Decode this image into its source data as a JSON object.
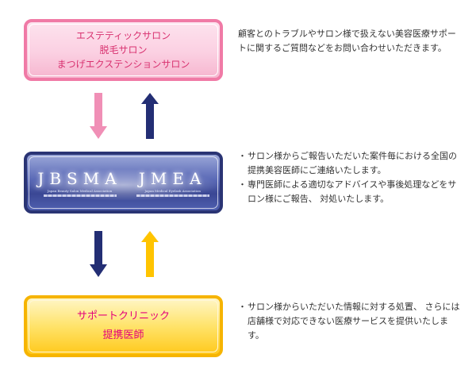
{
  "salon_box": {
    "line1": "エステティックサロン",
    "line2": "脱毛サロン",
    "line3": "まつげエクステンションサロン"
  },
  "association_box": {
    "logo_left": "JBSMA",
    "logo_left_sub": "Japan Beauty Salon Medical Association",
    "logo_right": "JMEA",
    "logo_right_sub": "Japan Medical Eyelash Association"
  },
  "clinic_box": {
    "line1": "サポートクリニック",
    "line2": "提携医師"
  },
  "descriptions": {
    "top": "顧客とのトラブルやサロン様で扱えない美容医療サポートに関するご質問などをお問い合わせいただきます。",
    "middle_1": "サロン様からご報告いただいた案件毎における全国の提携美容医師にご連絡いたします。",
    "middle_2": "専門医師による適切なアドバイスや事後処理などをサロン様にご報告、 対処いたします。",
    "bottom": "サロン様からいただいた情報に対する処置、 さらには店舗様で対応できない医療サービスを提供いたします。",
    "bullet_char": "・"
  },
  "colors": {
    "pink_arrow": "#f08fb6",
    "navy_arrow": "#232e74",
    "yellow_arrow": "#ffc400"
  }
}
